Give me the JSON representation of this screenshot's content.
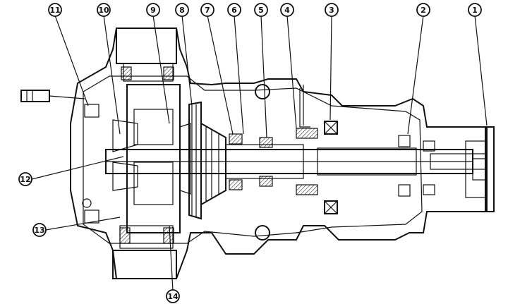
{
  "figure": {
    "callouts": [
      {
        "id": "1",
        "label": "1"
      },
      {
        "id": "2",
        "label": "2"
      },
      {
        "id": "3",
        "label": "3"
      },
      {
        "id": "4",
        "label": "4"
      },
      {
        "id": "5",
        "label": "5"
      },
      {
        "id": "6",
        "label": "6"
      },
      {
        "id": "7",
        "label": "7"
      },
      {
        "id": "8",
        "label": "8"
      },
      {
        "id": "9",
        "label": "9"
      },
      {
        "id": "10",
        "label": "10"
      },
      {
        "id": "11",
        "label": "11"
      },
      {
        "id": "12",
        "label": "12"
      },
      {
        "id": "13",
        "label": "13"
      },
      {
        "id": "14",
        "label": "14"
      }
    ]
  },
  "colors": {
    "line": "#111111",
    "background": "#ffffff"
  }
}
